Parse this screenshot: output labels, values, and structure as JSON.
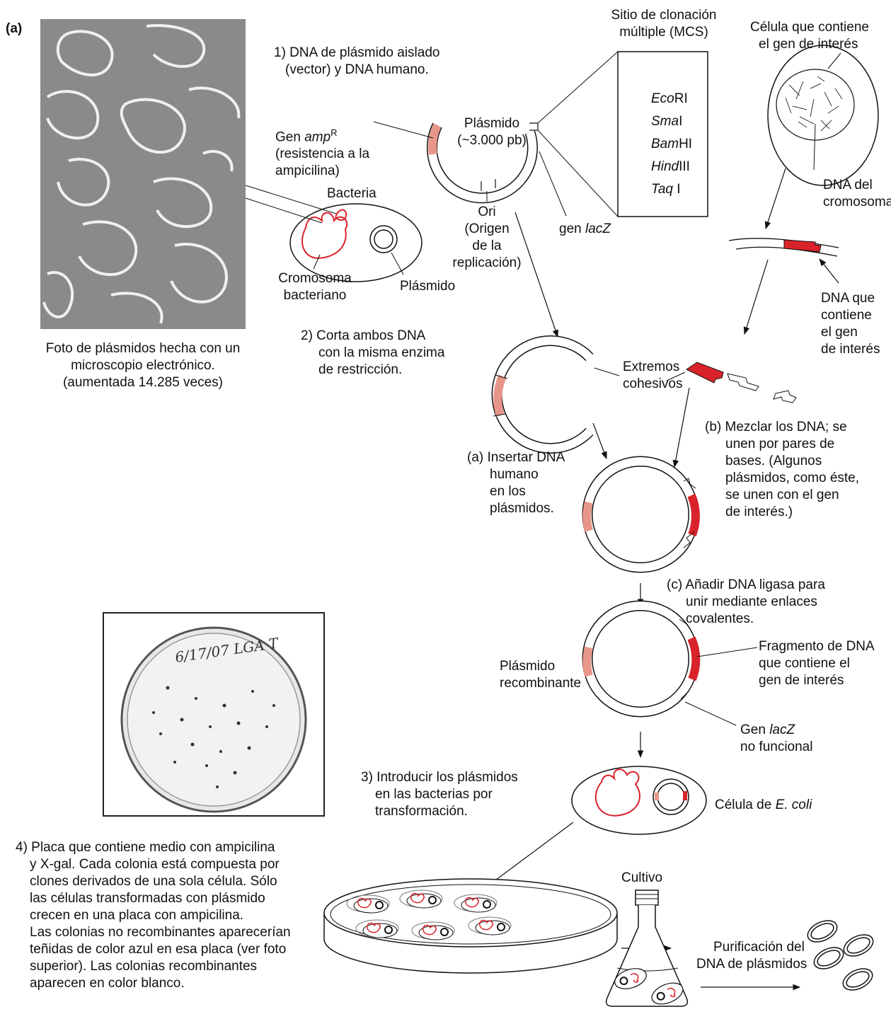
{
  "figure_label": "(a)",
  "photo": {
    "caption_lines": [
      "Foto de plásmidos hecha con un",
      "microscopio electrónico.",
      "(aumentada 14.285 veces)"
    ]
  },
  "step1": {
    "lines": [
      "1) DNA de plásmido aislado",
      "(vector) y DNA humano."
    ]
  },
  "step2": {
    "lines": [
      "2) Corta ambos DNA",
      "con la misma enzima",
      "de restricción."
    ]
  },
  "step3": {
    "lines": [
      "3) Introducir los plásmidos",
      "en las bacterias por",
      "transformación."
    ]
  },
  "step4": {
    "lines": [
      "4) Placa que contiene medio con ampicilina",
      "y X-gal. Cada colonia está compuesta por",
      "clones derivados de una sola célula. Sólo",
      "las células transformadas con plásmido",
      "crecen en una placa con ampicilina.",
      "Las colonias no recombinantes aparecerían",
      "teñidas de color azul en esa placa (ver foto",
      "superior). Las colonias recombinantes",
      "aparecen en color blanco."
    ]
  },
  "bacteria": {
    "title": "Bacteria",
    "chromosome_lines": [
      "Cromosoma",
      "bacteriano"
    ],
    "plasmid_label": "Plásmido"
  },
  "plasmid": {
    "lines": [
      "Plásmido",
      "(~3.000 pb)"
    ],
    "amp_lines": [
      "Gen ",
      "amp",
      "R",
      "(resistencia a la",
      "ampicilina)"
    ],
    "ori_lines": [
      "Ori",
      "(Origen",
      "de la",
      "replicación)"
    ],
    "lacz_prefix": "gen ",
    "lacz_italic": "lacZ"
  },
  "mcs": {
    "title_lines": [
      "Sitio de clonación",
      "múltiple (MCS)"
    ],
    "enzymes": [
      {
        "italic": "Eco",
        "rest": "RI"
      },
      {
        "italic": "Sma",
        "rest": "I"
      },
      {
        "italic": "Bam",
        "rest": "HI"
      },
      {
        "italic": "Hind",
        "rest": "III"
      },
      {
        "italic": "Taq",
        "rest": " I"
      }
    ]
  },
  "cell": {
    "title_lines": [
      "Célula que contiene",
      "el gen de interés"
    ],
    "chrom_dna_lines": [
      "DNA del",
      "cromosoma"
    ],
    "gene_dna_lines": [
      "DNA que",
      "contiene",
      "el gen",
      "de interés"
    ]
  },
  "sticky_ends": {
    "lines": [
      "Extremos",
      "cohesivos"
    ]
  },
  "insert_a": {
    "lines": [
      "(a) Insertar DNA",
      "humano",
      "en los",
      "plásmidos."
    ]
  },
  "mix_b": {
    "lines": [
      "(b) Mezclar los DNA; se",
      "unen por pares de",
      "bases. (Algunos",
      "plásmidos, como éste,",
      "se unen con el gen",
      "de interés.)"
    ]
  },
  "ligase_c": {
    "lines": [
      "(c) Añadir DNA ligasa para",
      "unir mediante enlaces",
      "covalentes."
    ]
  },
  "recombinant": {
    "lines": [
      "Plásmido",
      "recombinante"
    ],
    "fragment_lines": [
      "Fragmento de DNA",
      "que contiene el",
      "gen de interés"
    ],
    "lacz_italic": "lacZ",
    "lacz_prefix": "Gen ",
    "lacz_line2": "no funcional"
  },
  "ecoli": {
    "prefix": "Célula de ",
    "italic": "E. coli"
  },
  "culture": {
    "title": "Cultivo"
  },
  "purification": {
    "lines": [
      "Purificación del",
      "DNA de plásmidos"
    ]
  },
  "plate_photo": {
    "handwriting": "6/17/07 LGA T"
  },
  "colors": {
    "gene_red": "#d8232a",
    "amp_pink": "#e8968a",
    "photo_gray": "#8f8f8f"
  }
}
